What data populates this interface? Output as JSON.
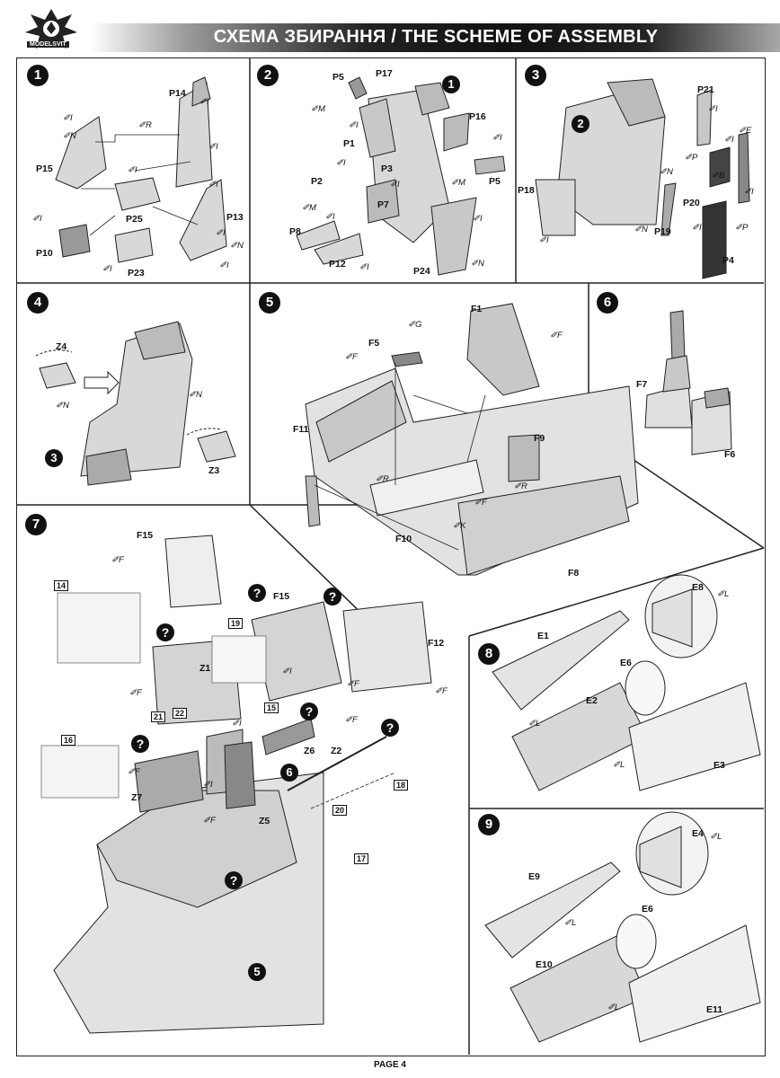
{
  "header": {
    "logo_text": "MODELSVIT",
    "title": "СХЕМА ЗБИРАННЯ / THE SCHEME OF ASSEMBLY"
  },
  "steps": [
    {
      "number": "1"
    },
    {
      "number": "2"
    },
    {
      "number": "3"
    },
    {
      "number": "4"
    },
    {
      "number": "5"
    },
    {
      "number": "6"
    },
    {
      "number": "7"
    },
    {
      "number": "8"
    },
    {
      "number": "9"
    }
  ],
  "step1": {
    "parts": [
      "P14",
      "P15",
      "P25",
      "P10",
      "P23",
      "P13"
    ],
    "glue": [
      "I",
      "I",
      "N",
      "R",
      "I",
      "I",
      "I",
      "I",
      "I",
      "I",
      "N",
      "I"
    ]
  },
  "step2": {
    "parts": [
      "P5",
      "P17",
      "P1",
      "P16",
      "P3",
      "P2",
      "P7",
      "P8",
      "P12",
      "P24",
      "P5"
    ],
    "ref": "1",
    "glue": [
      "M",
      "I",
      "I",
      "I",
      "I",
      "M",
      "M",
      "I",
      "I",
      "I",
      "N"
    ]
  },
  "step3": {
    "parts": [
      "P21",
      "P18",
      "P20",
      "P19",
      "P4"
    ],
    "ref": "2",
    "glue": [
      "I",
      "E",
      "I",
      "P",
      "N",
      "B",
      "N",
      "I",
      "I",
      "P",
      "I"
    ]
  },
  "step4": {
    "parts": [
      "Z4",
      "Z3"
    ],
    "ref": "3",
    "glue": [
      "N",
      "N"
    ]
  },
  "step5": {
    "parts": [
      "F1",
      "F5",
      "F11",
      "F9",
      "F10",
      "F8"
    ],
    "glue": [
      "G",
      "F",
      "F",
      "R",
      "R",
      "F",
      "K"
    ]
  },
  "step6": {
    "parts": [
      "F7",
      "F6"
    ]
  },
  "step7": {
    "parts": [
      "F15",
      "F15",
      "F12",
      "Z1",
      "Z6",
      "Z2",
      "Z7",
      "Z5"
    ],
    "decals": [
      "14",
      "19",
      "15",
      "21",
      "22",
      "16",
      "18",
      "20",
      "17"
    ],
    "refs": [
      "6",
      "5"
    ],
    "glue": [
      "F",
      "F",
      "I",
      "F",
      "I",
      "F",
      "F",
      "F",
      "I",
      "F"
    ]
  },
  "step8": {
    "parts": [
      "E8",
      "E1",
      "E6",
      "E2",
      "E3"
    ],
    "glue": [
      "L",
      "L",
      "L"
    ]
  },
  "step9": {
    "parts": [
      "E4",
      "E9",
      "E6",
      "E10",
      "E11"
    ],
    "glue": [
      "L",
      "L",
      "L"
    ]
  },
  "footer": {
    "page": "PAGE 4"
  }
}
